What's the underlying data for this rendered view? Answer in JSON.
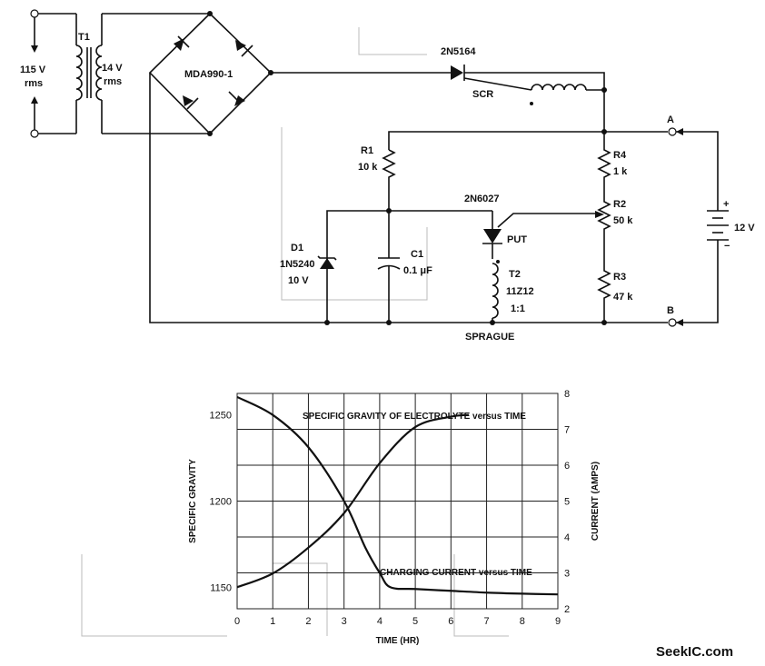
{
  "schematic": {
    "source": {
      "line1": "115 V",
      "line2": "rms"
    },
    "transformer": {
      "name": "T1",
      "line1": "14 V",
      "line2": "rms"
    },
    "bridge": "MDA990-1",
    "scr": {
      "part": "2N5164",
      "label": "SCR"
    },
    "r1": {
      "name": "R1",
      "value": "10 k"
    },
    "r4": {
      "name": "R4",
      "value": "1 k"
    },
    "r2": {
      "name": "R2",
      "value": "50 k"
    },
    "r3": {
      "name": "R3",
      "value": "47 k"
    },
    "put": {
      "part": "2N6027",
      "label": "PUT"
    },
    "d1": {
      "name": "D1",
      "part": "1N5240",
      "value": "10 V"
    },
    "c1": {
      "name": "C1",
      "value": "0.1 μF"
    },
    "t2": {
      "name": "T2",
      "part": "11Z12",
      "ratio": "1:1",
      "maker": "SPRAGUE"
    },
    "battery": {
      "value": "12 V",
      "plus": "+",
      "minus": "−"
    },
    "terminal_a": "A",
    "terminal_b": "B"
  },
  "chart_data": {
    "type": "line",
    "x": [
      0,
      1,
      2,
      3,
      4,
      5,
      6,
      7,
      8,
      9
    ],
    "xlabel": "TIME (HR)",
    "xlim": [
      0,
      9
    ],
    "xticks": [
      "0",
      "1",
      "2",
      "3",
      "4",
      "5",
      "6",
      "7",
      "8",
      "9"
    ],
    "ylabel_left": "SPECIFIC GRAVITY",
    "yticks_left": [
      "1150",
      "1200",
      "1250"
    ],
    "ylim_left": [
      1137.5,
      1262.5
    ],
    "ylabel_right": "CURRENT (AMPS)",
    "yticks_right": [
      "2",
      "3",
      "4",
      "5",
      "6",
      "7",
      "8"
    ],
    "ylim_right": [
      2,
      8
    ],
    "grid": true,
    "series": [
      {
        "name": "SPECIFIC GRAVITY OF ELECTROLYTE versus TIME",
        "axis": "left",
        "x": [
          0,
          1,
          2,
          3,
          4,
          5,
          6,
          6.5
        ],
        "values": [
          1150,
          1158,
          1173,
          1193,
          1222,
          1243,
          1249,
          1250
        ]
      },
      {
        "name": "CHARGING CURRENT versus TIME",
        "axis": "right",
        "x": [
          0,
          1,
          2,
          3,
          3.6,
          4,
          4.3,
          5,
          6,
          7,
          8,
          9
        ],
        "values": [
          7.9,
          7.4,
          6.5,
          5.0,
          3.7,
          3.0,
          2.6,
          2.55,
          2.5,
          2.45,
          2.42,
          2.4
        ]
      }
    ]
  },
  "watermark": "SeekIC.com"
}
